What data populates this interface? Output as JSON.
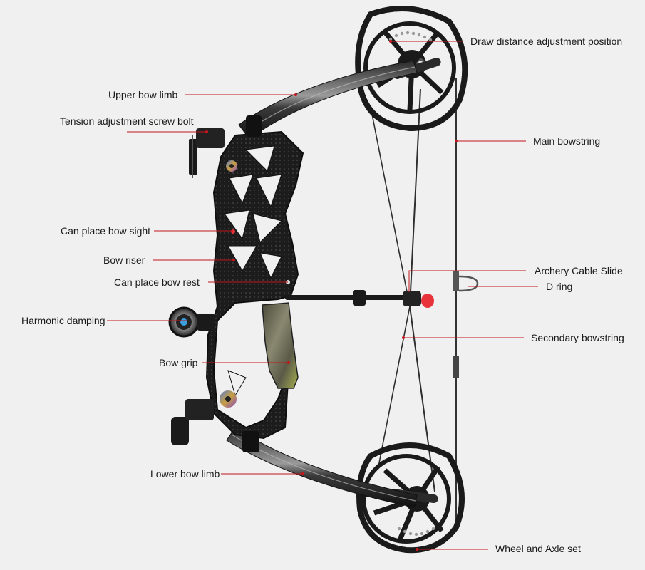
{
  "labels": {
    "draw_distance": "Draw distance adjustment position",
    "upper_limb": "Upper bow limb",
    "tension_bolt": "Tension adjustment screw bolt",
    "main_string": "Main bowstring",
    "sight": "Can place bow sight",
    "riser": "Bow riser",
    "cable_slide": "Archery Cable Slide",
    "rest": "Can place bow rest",
    "d_ring": "D ring",
    "damping": "Harmonic damping",
    "secondary_string": "Secondary bowstring",
    "grip": "Bow grip",
    "lower_limb": "Lower bow limb",
    "wheel_axle": "Wheel and Axle set"
  },
  "colors": {
    "background": "#f0f0f0",
    "leader": "#c4161c",
    "carbon": "#1c1c1c",
    "limb_stripe": "#9a9a9a",
    "string": "#333333",
    "damper_accent": "#3aa0e0",
    "camo": "#6b6b52",
    "end_cap": "#e8333a"
  }
}
